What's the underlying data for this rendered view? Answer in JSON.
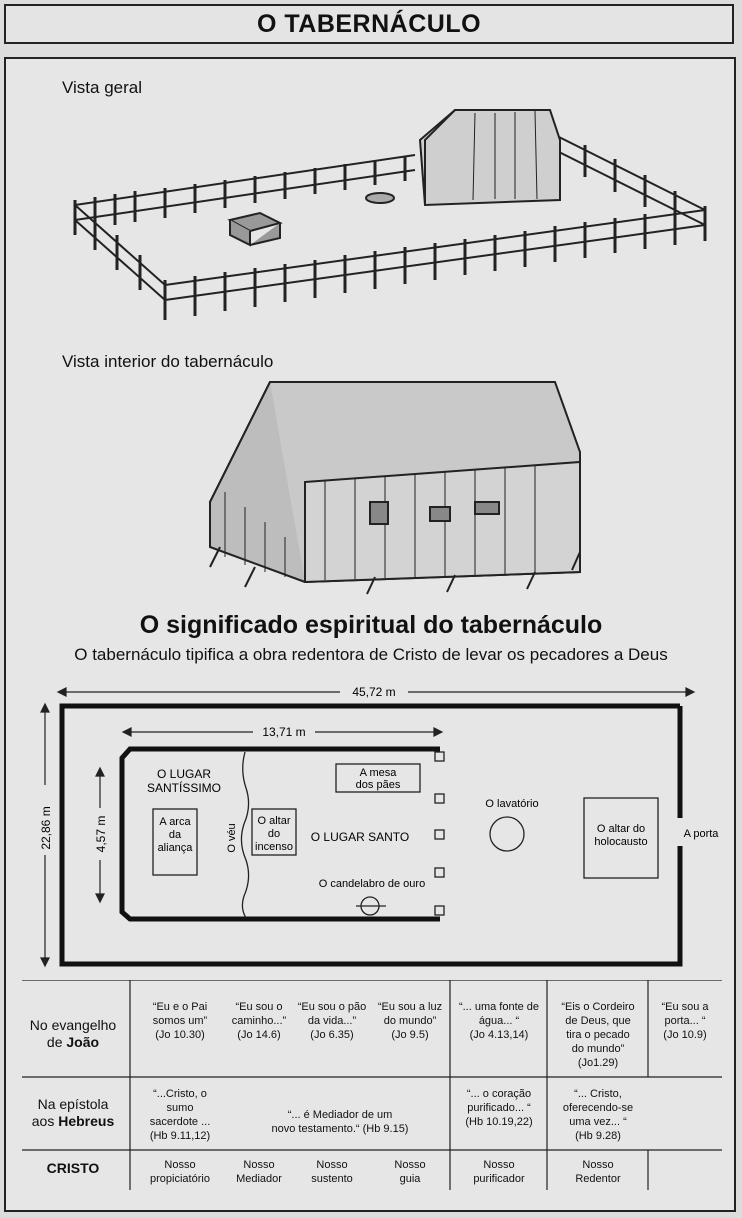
{
  "title": "O TABERNÁCULO",
  "vista_geral": "Vista geral",
  "vista_interior": "Vista interior do tabernáculo",
  "significado_title": "O significado espiritual do tabernáculo",
  "significado_sub": "O tabernáculo tipifica a obra redentora de Cristo de levar os pecadores a Deus",
  "plan": {
    "width_label": "45,72 m",
    "height_label": "22,86 m",
    "inner_width_label": "13,71 m",
    "inner_height_label": "4,57 m",
    "santissimo": [
      "O LUGAR",
      "SANTÍSSIMO"
    ],
    "arca": [
      "A arca",
      "da",
      "aliança"
    ],
    "veu": "O véu",
    "altar_incenso": [
      "O altar",
      "do",
      "incenso"
    ],
    "mesa": [
      "A mesa",
      "dos pães"
    ],
    "lugar_santo": "O LUGAR SANTO",
    "candelabro": "O candelabro de ouro",
    "lavatorio": "O lavatório",
    "altar_holocausto": [
      "O altar do",
      "holocausto"
    ],
    "porta": "A porta"
  },
  "table": {
    "row_labels": {
      "joao": [
        "No evangelho",
        "de ",
        "João"
      ],
      "hebreus": [
        "Na epístola",
        "aos ",
        "Hebreus"
      ],
      "cristo": "CRISTO"
    },
    "joao": [
      [
        "“Eu e o Pai",
        "somos um”",
        "(Jo 10.30)"
      ],
      [
        "“Eu sou o",
        "caminho...”",
        "(Jo 14.6)"
      ],
      [
        "“Eu sou o pão",
        "da vida...”",
        "(Jo 6.35)"
      ],
      [
        "“Eu sou a luz",
        "do mundo”",
        "(Jo 9.5)"
      ],
      [
        "“... uma fonte de",
        "água... “",
        "(Jo 4.13,14)"
      ],
      [
        "“Eis o Cordeiro",
        "de Deus, que",
        "tira o pecado",
        "do mundo”",
        "(Jo1.29)"
      ],
      [
        "“Eu sou a",
        "porta... “",
        "(Jo 10.9)"
      ]
    ],
    "hebreus": [
      [
        "“...Cristo, o",
        "sumo",
        "sacerdote ...",
        "(Hb 9.11,12)"
      ],
      [
        "“... é Mediador de um",
        "novo testamento.“ (Hb 9.15)"
      ],
      [
        "“... o coração",
        "purificado... “",
        "(Hb 10.19,22)"
      ],
      [
        "“... Cristo,",
        "oferecendo-se",
        "uma vez... “",
        "(Hb 9.28)"
      ]
    ],
    "cristo": [
      [
        "Nosso",
        "propiciatório"
      ],
      [
        "Nosso",
        "Mediador"
      ],
      [
        "Nosso",
        "sustento"
      ],
      [
        "Nosso",
        "guia"
      ],
      [
        "Nosso",
        "purificador"
      ],
      [
        "Nosso",
        "Redentor"
      ]
    ]
  }
}
